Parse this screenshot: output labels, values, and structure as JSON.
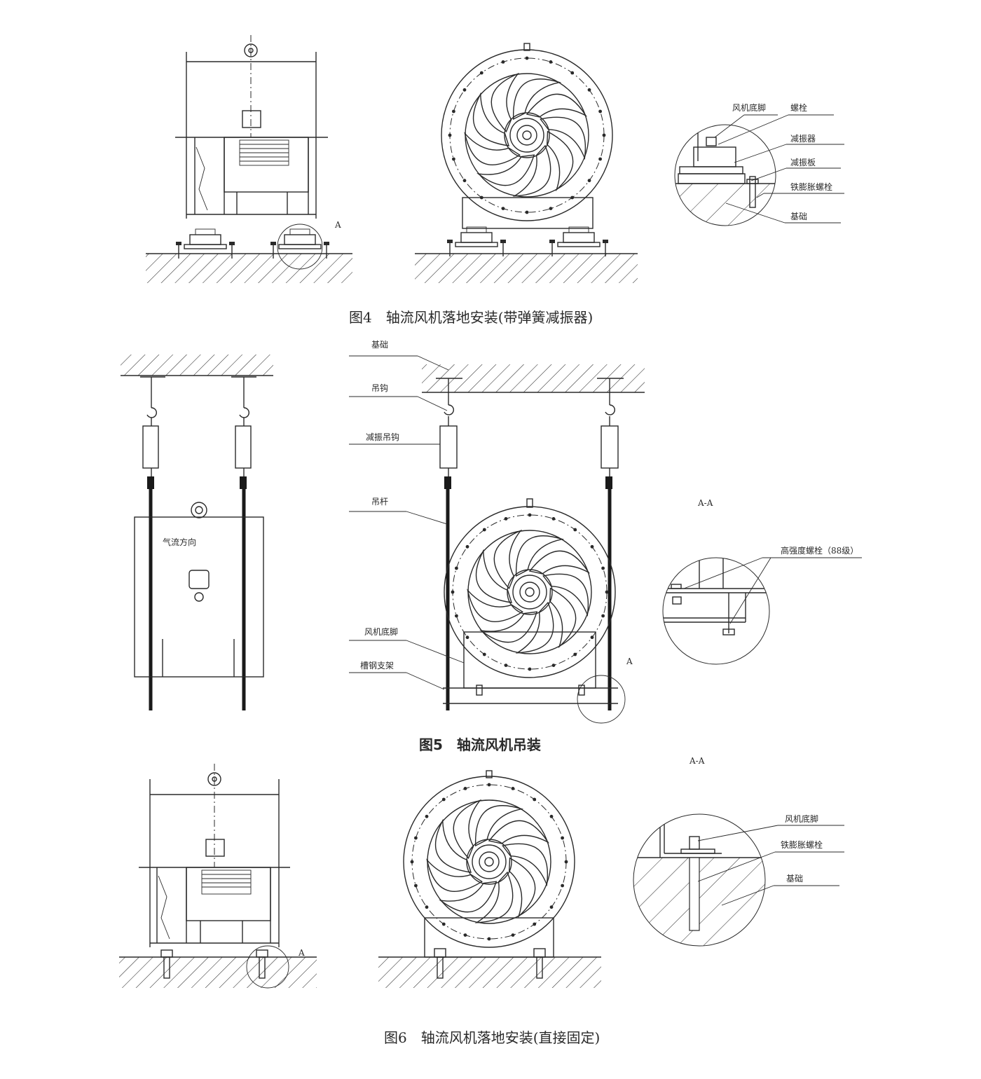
{
  "figure4": {
    "caption": "图4　轴流风机落地安装(带弹簧减振器)",
    "section_mark": "A",
    "labels": {
      "fan_foot": "风机底脚",
      "bolt": "螺栓",
      "damper": "减振器",
      "damper_plate": "减振板",
      "expansion_bolt": "铁膨胀螺栓",
      "foundation": "基础"
    }
  },
  "figure5": {
    "caption": "图5　轴流风机吊装",
    "airflow_label": "气流方向",
    "section_mark": "A",
    "section_title": "A-A",
    "labels": {
      "foundation": "基础",
      "hook": "吊钩",
      "damping_hook": "减振吊钩",
      "rod": "吊杆",
      "fan_foot": "风机底脚",
      "channel_bracket": "槽钢支架",
      "hs_bolt": "高强度螺栓（88级）"
    }
  },
  "figure6": {
    "caption": "图6　轴流风机落地安装(直接固定)",
    "section_mark": "A",
    "section_title": "A-A",
    "labels": {
      "fan_foot": "风机底脚",
      "expansion_bolt": "铁膨胀螺栓",
      "foundation": "基础"
    }
  }
}
